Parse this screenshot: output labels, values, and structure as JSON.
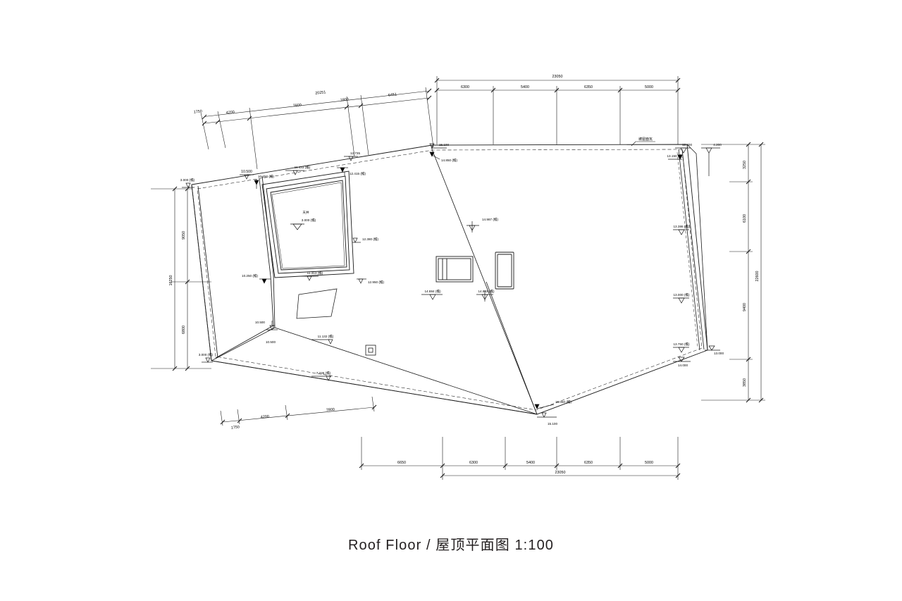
{
  "sheet": {
    "caption": "Roof Floor / 屋顶平面图 1:100",
    "scale": "1:100",
    "drawing_type": "roof-plan"
  },
  "dimensions": {
    "top_right_chain": {
      "total": "23050",
      "segments": [
        "6300",
        "5400",
        "6350",
        "5000"
      ]
    },
    "top_left_chain": {
      "total": "20251",
      "segments": [
        "1750",
        "4200",
        "7800",
        "1800",
        "6451"
      ]
    },
    "bottom_chain": {
      "total": "23050",
      "segments": [
        "6650",
        "6300",
        "5400",
        "6350",
        "5000"
      ]
    },
    "bottom_left_chain": {
      "segments": [
        "1750",
        "4200",
        "7800"
      ]
    },
    "right_chain": {
      "total": "22600",
      "segments": [
        "3250",
        "6100",
        "9400",
        "3850"
      ]
    },
    "left_chain": {
      "total": "16250",
      "segments": [
        "9050",
        "6800"
      ]
    }
  },
  "elevations": {
    "courtyard_label": "天井",
    "courtyard_value": "3.000 (檐)",
    "markers": [
      {
        "text": "10.500"
      },
      {
        "text": "10.250 (檐)"
      },
      {
        "text": "11.433 (檐)"
      },
      {
        "text": "12.415 (檐)"
      },
      {
        "text": "12.735"
      },
      {
        "text": "12.380 (檐)"
      },
      {
        "text": "11.313 (檐)"
      },
      {
        "text": "12.950 (檐)"
      },
      {
        "text": "10.250 (檐)"
      },
      {
        "text": "10.500"
      },
      {
        "text": "11.132 (檐)"
      },
      {
        "text": "7.235 (檐)"
      },
      {
        "text": "3.000 (檐)"
      },
      {
        "text": "15.100"
      },
      {
        "text": "14.850 (檐)"
      },
      {
        "text": "14.987 (檐)"
      },
      {
        "text": "14.884 (檐)"
      },
      {
        "text": "14.983 (檐)"
      },
      {
        "text": "15.050 (檐)"
      },
      {
        "text": "15.100"
      },
      {
        "text": "12.400"
      },
      {
        "text": "4.200"
      },
      {
        "text": "13.150 (檐)"
      },
      {
        "text": "13.386 (檐)"
      },
      {
        "text": "13.000 (檐)"
      },
      {
        "text": "13.750 (檐)"
      },
      {
        "text": "14.000"
      },
      {
        "text": "13.000"
      },
      {
        "text": "3.000 (檐)"
      }
    ],
    "roof_note": "坡屋面瓦"
  },
  "labels": {
    "eave_suffix": "(檐)",
    "courtyard": "天井"
  }
}
